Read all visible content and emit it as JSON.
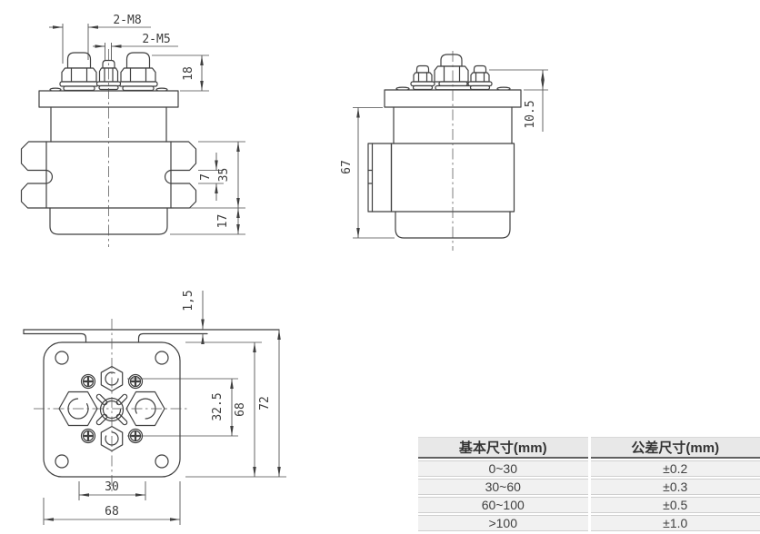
{
  "drawing": {
    "front_view": {
      "thread_callout_large": "2-M8",
      "thread_callout_small": "2-M5",
      "nut_height": "18",
      "slot_width": "7",
      "bracket_height": "35",
      "base_height": "17"
    },
    "side_view": {
      "terminal_height": "10.5",
      "body_height": "67"
    },
    "bottom_view": {
      "bracket_thickness": "1,5",
      "terminal_span": "32.5",
      "body_width": "68",
      "overall_width": "72",
      "small_terminal_spacing": "30",
      "base_width": "68"
    }
  },
  "tolerance_table": {
    "headers": [
      "基本尺寸(mm)",
      "公差尺寸(mm)"
    ],
    "rows": [
      {
        "basic": "0~30",
        "tolerance": "±0.2"
      },
      {
        "basic": "30~60",
        "tolerance": "±0.3"
      },
      {
        "basic": "60~100",
        "tolerance": "±0.5"
      },
      {
        "basic": ">100",
        "tolerance": "±1.0"
      }
    ]
  },
  "colors": {
    "line": "#3f3f3f",
    "dim_text": "#3d3d3d",
    "table_header_bg": "#e8e8e8",
    "table_row_bg": "#f1f1f1",
    "table_header_border": "#606060",
    "table_text": "#3a3a3a",
    "background": "#ffffff"
  }
}
